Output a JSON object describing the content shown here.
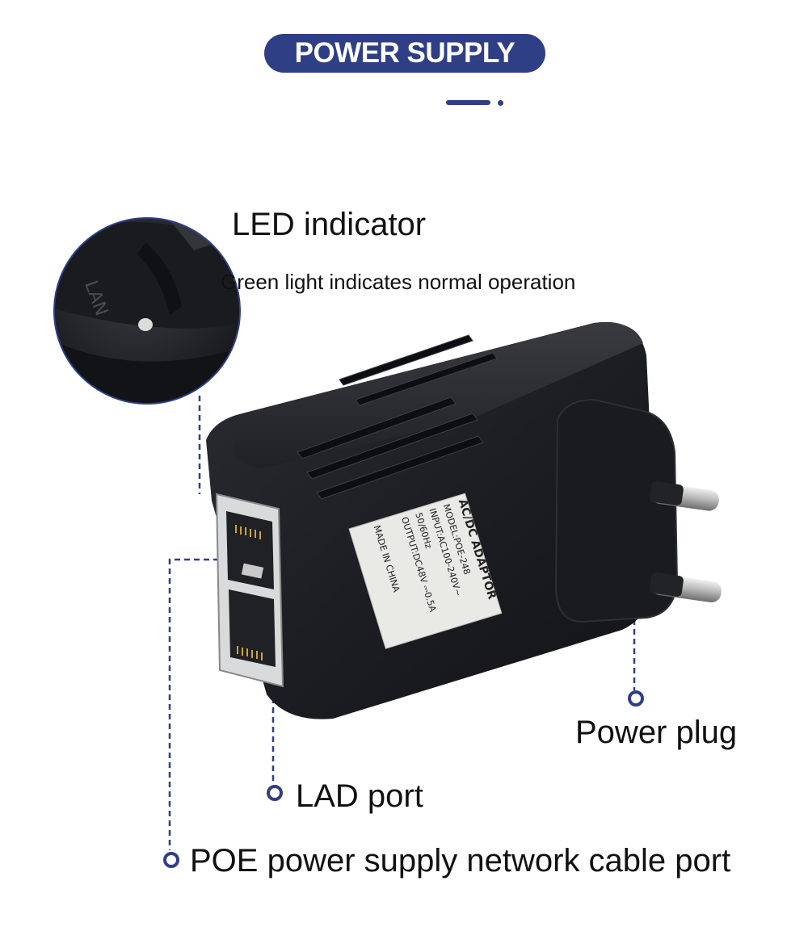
{
  "header": {
    "title": "POWER SUPPLY"
  },
  "callouts": {
    "led": {
      "title": "LED indicator",
      "description": "Green light indicates normal operation"
    },
    "power_plug": "Power plug",
    "lad_port": "LAD port",
    "poe_port": "POE power supply network cable port"
  },
  "product_label": {
    "heading": "AC/DC ADAPTOR",
    "model": "MODEL:POE-248",
    "input": "INPUT:AC100-240V~",
    "frequency": "50/60Hz",
    "output": "OUTPUT:DC48V ⎓0.5A",
    "origin": "MADE IN CHINA",
    "port_marking": "LAN"
  },
  "colors": {
    "accent": "#2f3f86",
    "text": "#111111",
    "device": "#1c1d22"
  }
}
